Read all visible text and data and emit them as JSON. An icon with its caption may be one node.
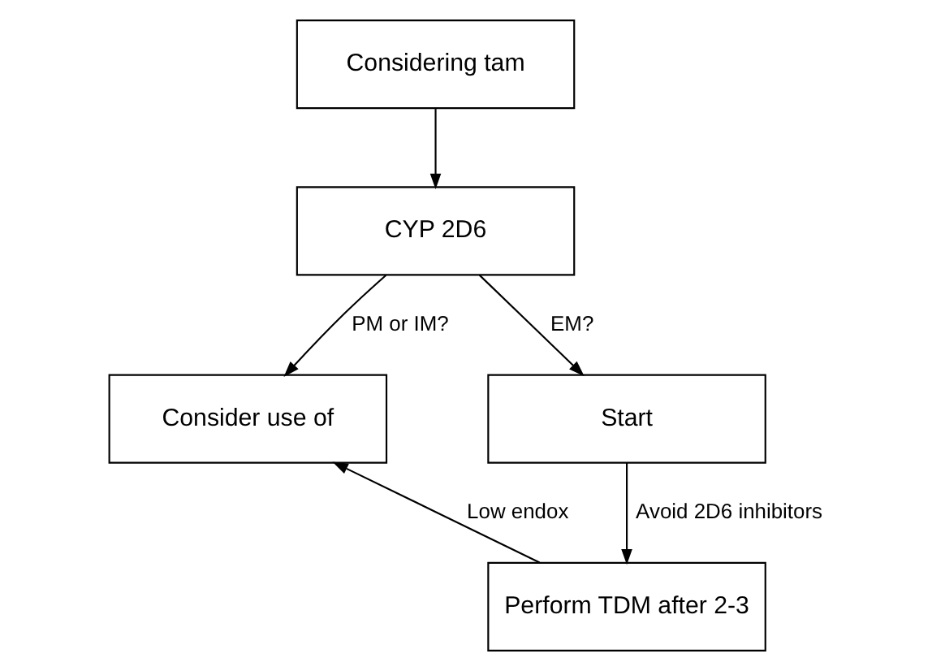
{
  "diagram": {
    "nodes": [
      {
        "text": [
          "Considering tam"
        ]
      },
      {
        "text": [
          "CYP 2D6"
        ]
      },
      {
        "text": [
          "Consider use of"
        ]
      },
      {
        "text": [
          "Start"
        ]
      },
      {
        "text": [
          "Perform TDM after 2-3"
        ]
      }
    ],
    "edges": [
      {
        "from": 0,
        "to": 1,
        "arrow": "to"
      },
      {
        "from": 1,
        "to": 2,
        "arrow": "to",
        "label": "PM or IM?"
      },
      {
        "from": 1,
        "to": 3,
        "arrow": "to",
        "label": "EM?"
      },
      {
        "from": 3,
        "to": 4,
        "arrow": "to",
        "label": "Avoid 2D6 inhibitors"
      },
      {
        "from": 4,
        "to": 2,
        "arrow": "to",
        "label": "Low endox"
      }
    ]
  }
}
